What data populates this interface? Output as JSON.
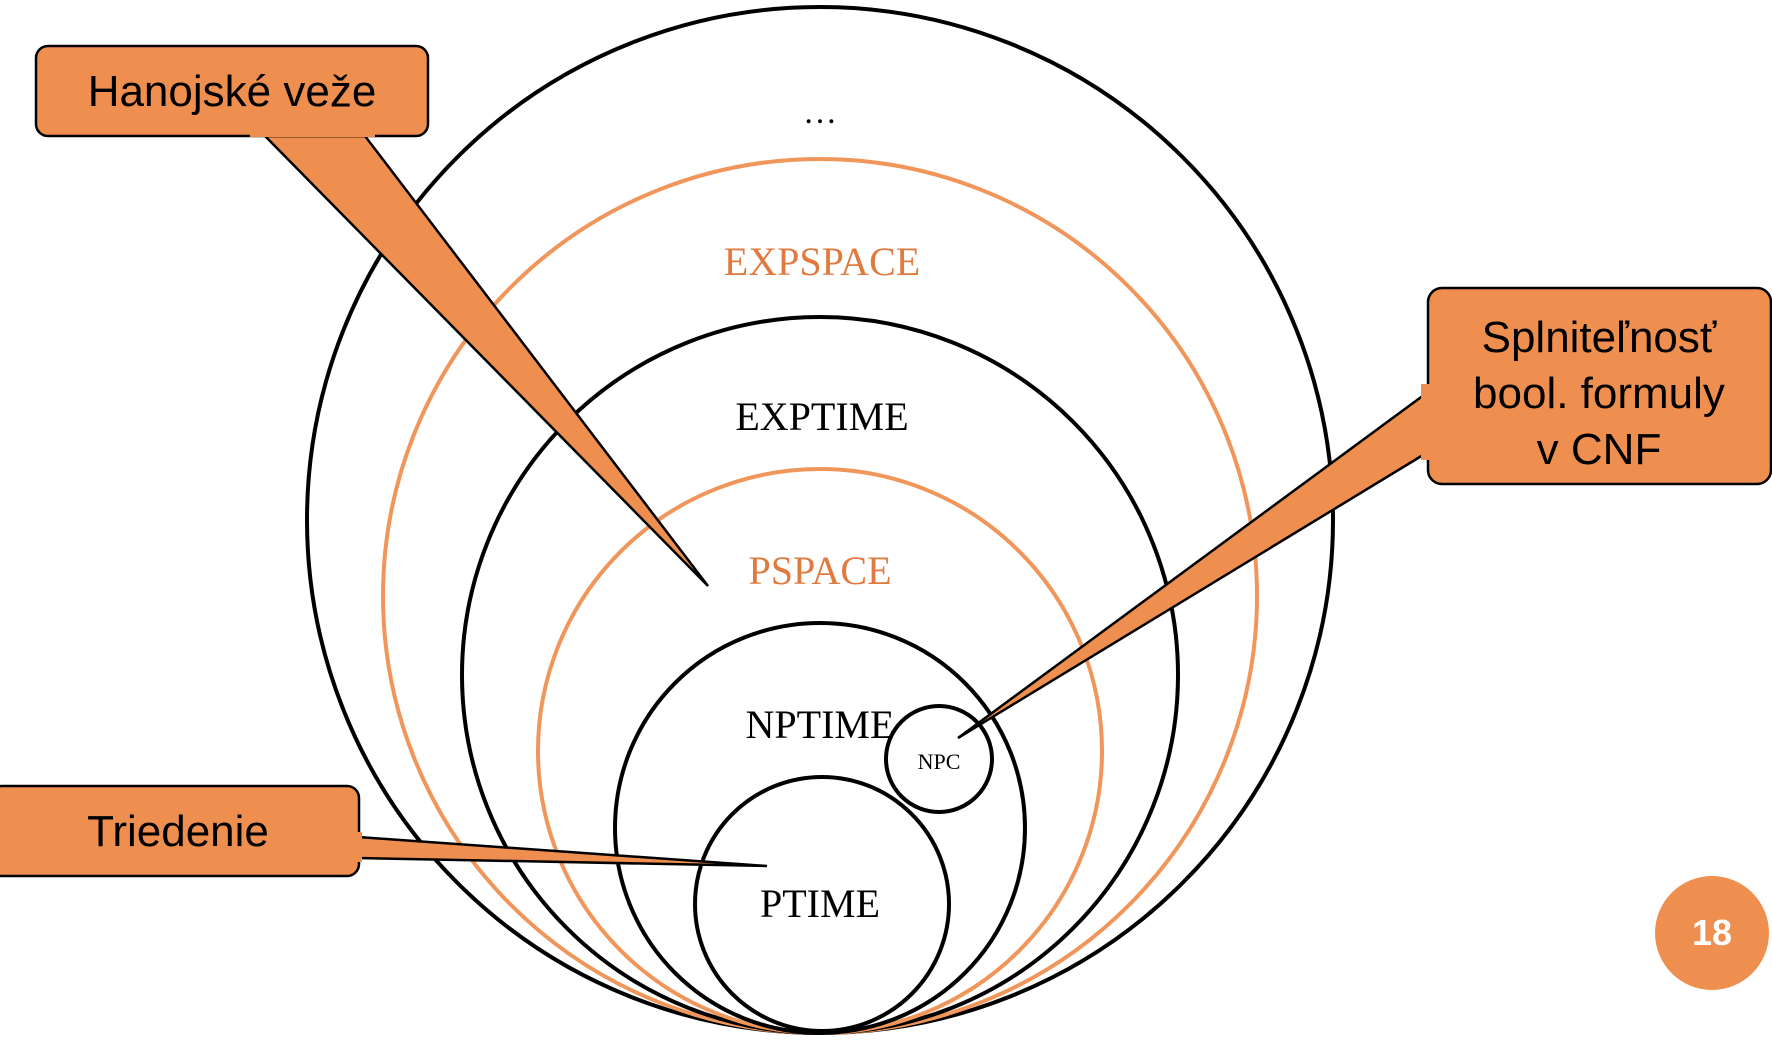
{
  "colors": {
    "accent_orange": "#EF8F4F",
    "ring_black": "#000000",
    "ring_orange": "#F0965A",
    "label_orange": "#E07A3E",
    "text_black": "#000000"
  },
  "complexity_classes": {
    "ellipsis": "…",
    "expspace": "EXPSPACE",
    "exptime": "EXPTIME",
    "pspace": "PSPACE",
    "nptime": "NPTIME",
    "npc": "NPC",
    "ptime": "PTIME"
  },
  "callouts": {
    "hanoi": "Hanojské veže",
    "sat_line1": "Splniteľnosť",
    "sat_line2": "bool. formuly",
    "sat_line3": "v CNF",
    "sorting": "Triedenie"
  },
  "page_number": "18"
}
